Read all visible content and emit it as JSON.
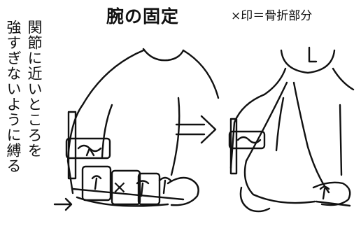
{
  "title": "腕の固定",
  "note": "×印＝骨折部分",
  "instruction": {
    "line1": "関節に近いところを",
    "line2": "強すぎないように縛る"
  },
  "marks": {
    "fracture": "×"
  }
}
